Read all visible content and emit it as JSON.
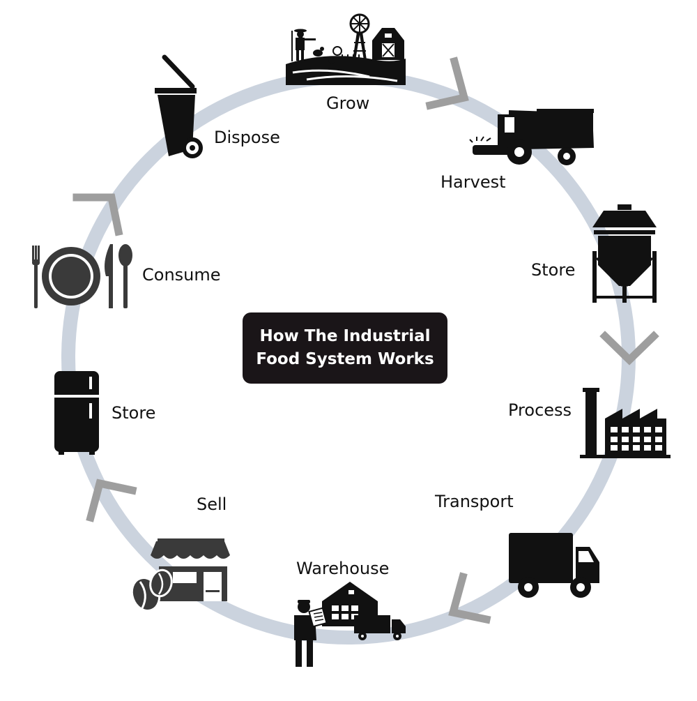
{
  "title": {
    "line1": "How The Industrial",
    "line2": "Food System Works"
  },
  "stages": [
    {
      "label": "Grow",
      "icon": "farm-icon"
    },
    {
      "label": "Harvest",
      "icon": "combine-harvester-icon"
    },
    {
      "label": "Store",
      "icon": "grain-silo-icon"
    },
    {
      "label": "Process",
      "icon": "factory-icon"
    },
    {
      "label": "Transport",
      "icon": "delivery-truck-icon"
    },
    {
      "label": "Warehouse",
      "icon": "warehouse-worker-icon"
    },
    {
      "label": "Sell",
      "icon": "coffee-shop-icon"
    },
    {
      "label": "Store",
      "icon": "refrigerator-icon"
    },
    {
      "label": "Consume",
      "icon": "plate-and-cutlery-icon"
    },
    {
      "label": "Dispose",
      "icon": "trash-bin-icon"
    }
  ],
  "colors": {
    "ring": "#cbd3de",
    "arrow": "#9e9e9e",
    "icon": "#111111",
    "title_bg": "#1a1518",
    "title_text": "#ffffff"
  }
}
